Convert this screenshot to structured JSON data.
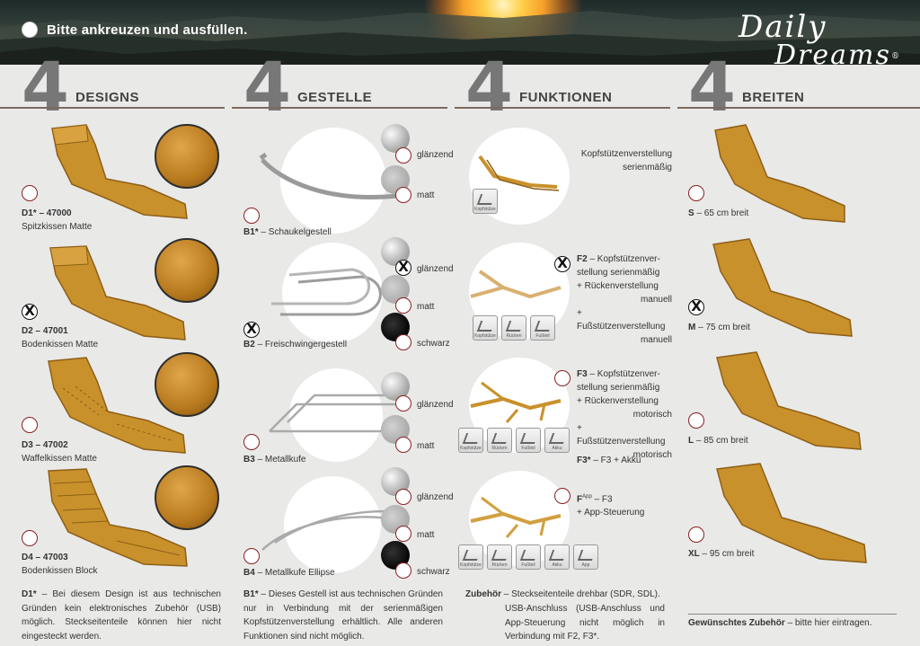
{
  "banner": {
    "note": "Bitte ankreuzen und ausfüllen.",
    "brand_line1": "Daily",
    "brand_line2": "Dreams",
    "brand_reg": "®"
  },
  "headers": [
    {
      "num": "4",
      "title": "DESIGNS"
    },
    {
      "num": "4",
      "title": "GESTELLE"
    },
    {
      "num": "4",
      "title": "FUNKTIONEN"
    },
    {
      "num": "4",
      "title": "BREITEN"
    }
  ],
  "designs": [
    {
      "code": "D1* – 47000",
      "name": "Spitzkissen Matte",
      "checked": false
    },
    {
      "code": "D2 – 47001",
      "name": "Bodenkissen Matte",
      "checked": true
    },
    {
      "code": "D3 – 47002",
      "name": "Waffelkissen Matte",
      "checked": false
    },
    {
      "code": "D4 – 47003",
      "name": "Bodenkissen Block",
      "checked": false
    }
  ],
  "frames": [
    {
      "code": "B1*",
      "name": " – Schaukelgestell",
      "checked": false,
      "finishes": [
        {
          "label": "glänzend",
          "checked": false
        },
        {
          "label": "matt",
          "checked": false
        }
      ]
    },
    {
      "code": "B2",
      "name": " – Freischwingergestell",
      "checked": true,
      "finishes": [
        {
          "label": "glänzend",
          "checked": true
        },
        {
          "label": "matt",
          "checked": false
        },
        {
          "label": "schwarz",
          "checked": false
        }
      ]
    },
    {
      "code": "B3",
      "name": " – Metallkufe",
      "checked": false,
      "finishes": [
        {
          "label": "glänzend",
          "checked": false
        },
        {
          "label": "matt",
          "checked": false
        }
      ]
    },
    {
      "code": "B4",
      "name": " – Metallkufe Ellipse",
      "checked": false,
      "finishes": [
        {
          "label": "glänzend",
          "checked": false
        },
        {
          "label": "matt",
          "checked": false
        },
        {
          "label": "schwarz",
          "checked": false
        }
      ]
    }
  ],
  "functions": {
    "f1": {
      "text1": "Kopfstützenverstellung",
      "text2": "serienmäßig",
      "icons": [
        "Kopfstütze"
      ]
    },
    "f2": {
      "code": "F2",
      "lines": [
        " – Kopfstützenver-",
        "stellung serienmäßig",
        "+ Rückenverstellung",
        "manuell",
        "+ Fußstützenverstellung",
        "manuell"
      ],
      "checked": true,
      "icons": [
        "Kopfstütze",
        "Rücken",
        "Fußteil"
      ]
    },
    "f3": {
      "code": "F3",
      "lines": [
        " – Kopfstützenver-",
        "stellung serienmäßig",
        "+ Rückenverstellung",
        "motorisch",
        "+ Fußstützenverstellung",
        "motorisch"
      ],
      "extra_code": "F3*",
      "extra": " – F3 + Akku",
      "checked": false,
      "icons": [
        "Kopfstütze",
        "Rücken",
        "Fußteil",
        "Akku"
      ]
    },
    "fapp": {
      "code": "F",
      "sup": "App",
      "line1": " – F3",
      "line2": "+ App-Steuerung",
      "checked": false,
      "icons": [
        "Kopfstütze",
        "Rücken",
        "Fußteil",
        "Akku",
        "App"
      ]
    }
  },
  "widths": [
    {
      "code": "S",
      "text": " – 65 cm breit",
      "checked": false
    },
    {
      "code": "M",
      "text": " – 75 cm breit",
      "checked": true
    },
    {
      "code": "L",
      "text": " – 85 cm breit",
      "checked": false
    },
    {
      "code": "XL",
      "text": " – 95 cm breit",
      "checked": false
    }
  ],
  "footnotes": {
    "d1_code": "D1*",
    "d1": " – Bei diesem Design ist aus technischen Gründen kein elektronisches Zubehör (USB) möglich. Steckseitenteile können hier nicht eingesteckt werden.",
    "b1_code": "B1*",
    "b1": " – Dieses Gestell ist aus technischen Gründen nur in Verbindung mit der serienmäßigen Kopfstützenverstellung erhältlich. Alle anderen Funktionen sind nicht möglich.",
    "acc_code": "Zubehör",
    "acc1": " – Steckseitenteile drehbar (SDR, SDL).",
    "acc2": "USB-Anschluss (USB-Anschluss und App-Steuerung nicht möglich in Verbindung mit F2, F3*.",
    "wish_label": "Gewünschtes Zubehör",
    "wish_text": " – bitte hier eintragen."
  },
  "colors": {
    "accent_rule": "#7b6b5e",
    "leather": "#c9912c",
    "check_ring": "#8a2020"
  }
}
